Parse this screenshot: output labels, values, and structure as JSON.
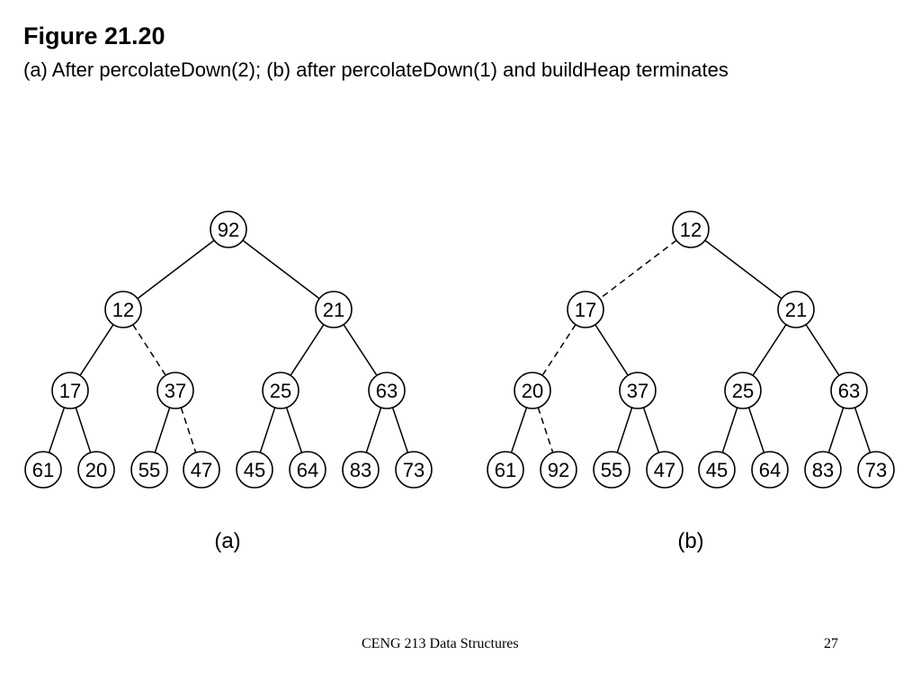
{
  "slide": {
    "title": "Figure 21.20",
    "subtitle": "(a) After percolateDown(2); (b) after percolateDown(1) and buildHeap terminates",
    "footer_course": "CENG 213 Data Structures",
    "page_number": "27"
  },
  "trees": [
    {
      "id": "a",
      "caption": "(a)",
      "nodes": [
        "92",
        "12",
        "21",
        "17",
        "37",
        "25",
        "63",
        "61",
        "20",
        "55",
        "47",
        "45",
        "64",
        "83",
        "73"
      ],
      "dashed_edges": [
        [
          1,
          4
        ],
        [
          4,
          10
        ]
      ]
    },
    {
      "id": "b",
      "caption": "(b)",
      "nodes": [
        "12",
        "17",
        "21",
        "20",
        "37",
        "25",
        "63",
        "61",
        "92",
        "55",
        "47",
        "45",
        "64",
        "83",
        "73"
      ],
      "dashed_edges": [
        [
          0,
          1
        ],
        [
          1,
          3
        ],
        [
          3,
          8
        ]
      ]
    }
  ]
}
